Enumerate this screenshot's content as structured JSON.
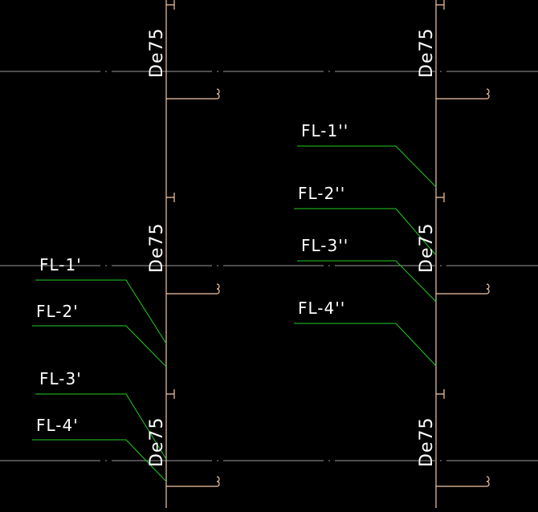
{
  "drawing": {
    "colors": {
      "background": "#000000",
      "pipe": "#f4c8a8",
      "leader": "#22cc22",
      "axis": "#9a9a9a",
      "text": "#ffffff"
    },
    "pipe_size_label": "De75",
    "left_labels": [
      "FL-1'",
      "FL-2'",
      "FL-3'",
      "FL-4'"
    ],
    "right_labels": [
      "FL-1''",
      "FL-2''",
      "FL-3''",
      "FL-4''"
    ]
  }
}
